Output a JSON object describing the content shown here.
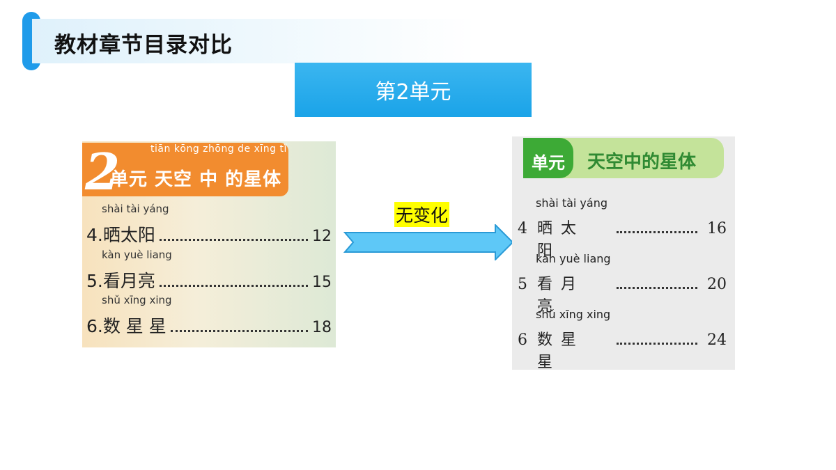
{
  "header": {
    "title": "教材章节目录对比"
  },
  "unit_header": {
    "label": "第2单元"
  },
  "left_book": {
    "unit_number": "2",
    "pinyin_title": "tiān kōng zhōng de xīng  tǐ",
    "unit_title": "单元 天空 中 的星体",
    "lessons": [
      {
        "pinyin": "shài tài yáng",
        "label": "4.晒太阳",
        "page": "12"
      },
      {
        "pinyin": "kàn yuè liang",
        "label": "5.看月亮",
        "page": "15"
      },
      {
        "pinyin": "shǔ xīng xing",
        "label": "6.数 星 星",
        "page": "18"
      }
    ]
  },
  "comparison": {
    "label": "无变化"
  },
  "right_book": {
    "tab_label": "单元",
    "unit_title": "天空中的星体",
    "lessons": [
      {
        "pinyin": "shài tài yáng",
        "number": "4",
        "title": "晒太阳",
        "page": "16"
      },
      {
        "pinyin": "kàn yuè liang",
        "number": "5",
        "title": "看月亮",
        "page": "20"
      },
      {
        "pinyin": "shǔ xīng xing",
        "number": "6",
        "title": "数星星",
        "page": "24"
      }
    ]
  },
  "colors": {
    "accent_blue": "#1f9bea",
    "orange_banner": "#f28c2f",
    "green_tab": "#3daa36",
    "highlight_yellow": "#ffff00",
    "arrow_fill": "#5ec8f7"
  }
}
